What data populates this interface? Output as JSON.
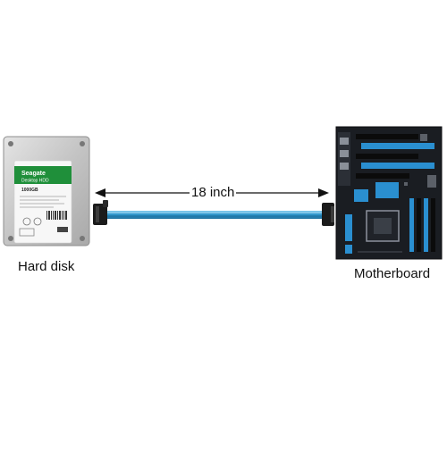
{
  "labels": {
    "length": "18 inch",
    "left_device": "Hard disk",
    "right_device": "Motherboard"
  },
  "hard_disk": {
    "brand": "Seagate",
    "model_line": "Desktop HDD",
    "capacity": "1000GB"
  },
  "colors": {
    "cable": "#2c93c9",
    "cable_highlight": "#7cc7ec",
    "connector": "#1b1b1b",
    "board": "#1a1d22",
    "board_accent": "#2a8fd0",
    "label_green": "#1f8f3a",
    "disk_body": "#c9c9c9"
  },
  "icons": {
    "arrow": "double-headed-arrow",
    "drive": "hard-disk-drive",
    "board": "motherboard"
  }
}
